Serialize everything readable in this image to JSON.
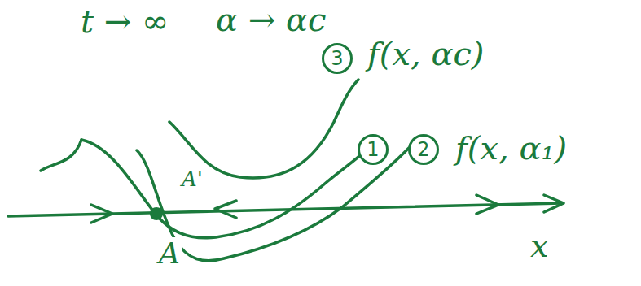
{
  "diagram": {
    "nodes": [
      {
        "text": [
          "3"
        ]
      },
      {
        "text": [
          "1"
        ]
      },
      {
        "text": [
          "2"
        ]
      }
    ],
    "labels": [
      "t → ∞",
      "α → αc",
      "f(x, αc)",
      "f(x, α₁)",
      "A'",
      "A",
      "x"
    ]
  }
}
